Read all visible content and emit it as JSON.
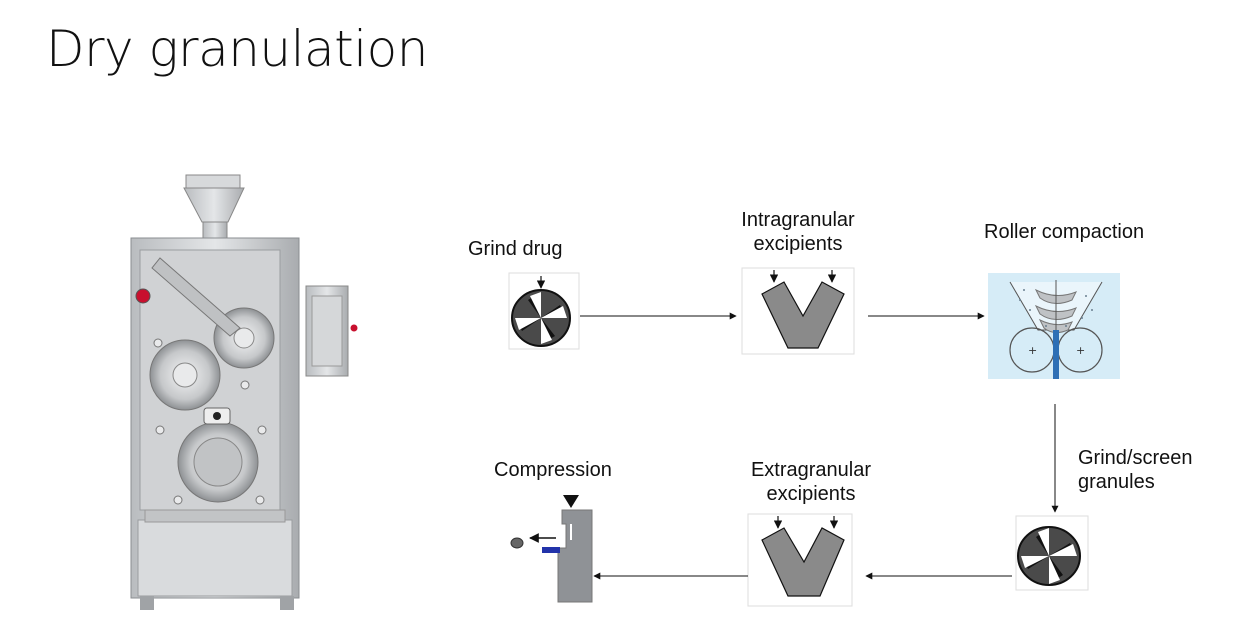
{
  "slide": {
    "title": "Dry granulation"
  },
  "steps": {
    "grind_drug": "Grind drug",
    "intragranular": "Intragranular\nexcipients",
    "roller": "Roller compaction",
    "grind_screen": "Grind/screen\ngranules",
    "extragranular": "Extragranular\nexcipients",
    "compression": "Compression"
  },
  "colors": {
    "machine_body": "#c9cbcd",
    "blender_gray": "#8a8a8a",
    "roller_bg": "#d6ecf7",
    "compaction_blue": "#2e6fb5",
    "press_blue": "#2233aa"
  },
  "icons": {
    "photo": "roller-compactor-machine-photo",
    "mill": "mill-icon",
    "blender": "v-blender-icon",
    "roller": "roller-compactor-icon",
    "press": "tablet-press-icon"
  }
}
